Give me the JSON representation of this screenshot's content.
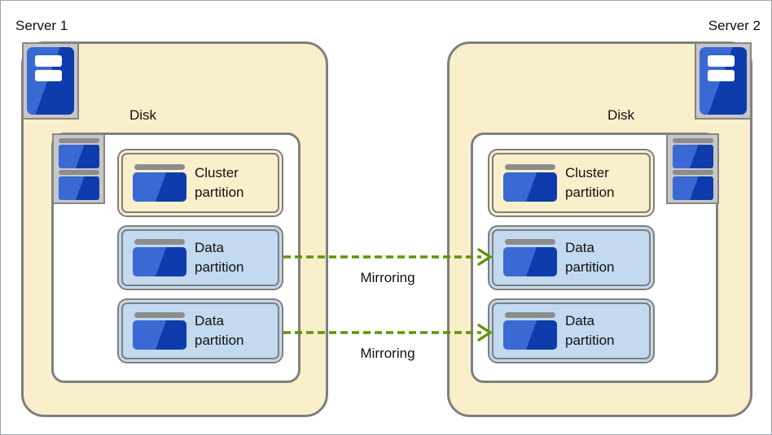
{
  "colors": {
    "server_fill": "#FAEFCB",
    "partition_data_fill": "#C2D9EF",
    "border_gray": "#7F7F7F",
    "icon_frame_fill": "#C7C7C7",
    "icon_bar_gray": "#8C8C8C",
    "icon_blue_light": "#3A69D4",
    "icon_blue_dark": "#0E3CAD",
    "arrow_green": "#5E9404",
    "text": "#111111"
  },
  "icons": {
    "server_icon": "blue tower with two white drive slots in gray frame",
    "disk_unit_icon": "two stacked blue platters with gray bars in gray frame",
    "partition_icon": "gray bar over blue block",
    "mirroring_arrow": "green dashed arrow with open chevron head"
  },
  "servers": [
    {
      "label": "Server 1",
      "disk_label": "Disk",
      "partitions": [
        {
          "type": "cluster",
          "label": "Cluster partition"
        },
        {
          "type": "data",
          "label": "Data partition"
        },
        {
          "type": "data",
          "label": "Data partition"
        }
      ]
    },
    {
      "label": "Server 2",
      "disk_label": "Disk",
      "partitions": [
        {
          "type": "cluster",
          "label": "Cluster partition"
        },
        {
          "type": "data",
          "label": "Data partition"
        },
        {
          "type": "data",
          "label": "Data partition"
        }
      ]
    }
  ],
  "arrows": [
    {
      "label": "Mirroring"
    },
    {
      "label": "Mirroring"
    }
  ]
}
